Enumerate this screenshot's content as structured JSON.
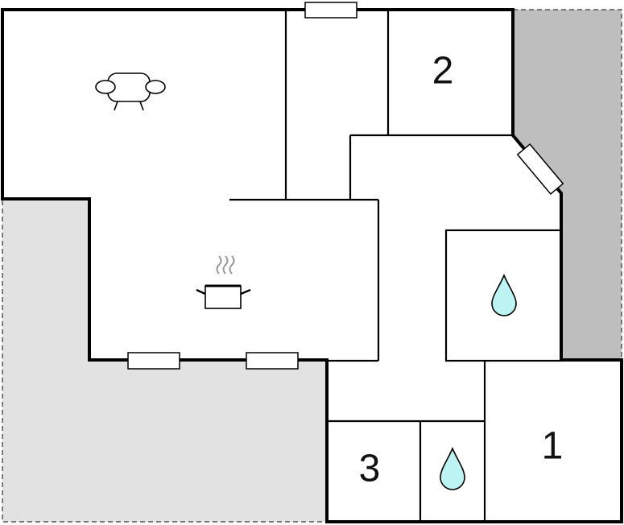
{
  "floorplan": {
    "rooms": [
      {
        "label": "1"
      },
      {
        "label": "2"
      },
      {
        "label": "3"
      }
    ],
    "icons": [
      "sofa-icon",
      "cooking-pot-icon",
      "water-drop-icon",
      "water-drop-icon"
    ],
    "colors": {
      "wall": "#000000",
      "terrace_light": "#e2e2e2",
      "terrace_dark": "#bebebe",
      "water": "#bdf3f3",
      "steam": "#9a9a9a"
    }
  }
}
